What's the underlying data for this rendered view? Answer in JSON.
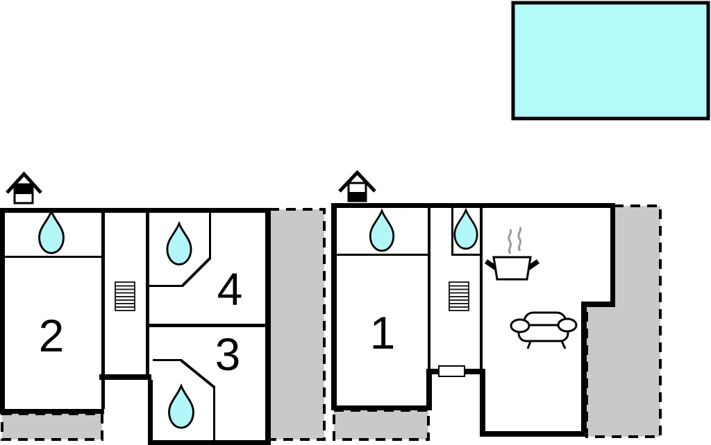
{
  "palette": {
    "wall": "#000000",
    "water": "#b2f6f8",
    "pool": "#b3fbfb",
    "terrace": "#c9c9c9",
    "steam": "#999999",
    "white": "#ffffff"
  },
  "rooms": {
    "room1": "1",
    "room2": "2",
    "room3": "3",
    "room4": "4"
  },
  "icons": {
    "chimney": "chimney",
    "water_drop": "water-drop",
    "staircase": "staircase",
    "cooking_pot": "cooking-pot",
    "steam": "steam",
    "sofa": "sofa",
    "door": "door-marker"
  }
}
